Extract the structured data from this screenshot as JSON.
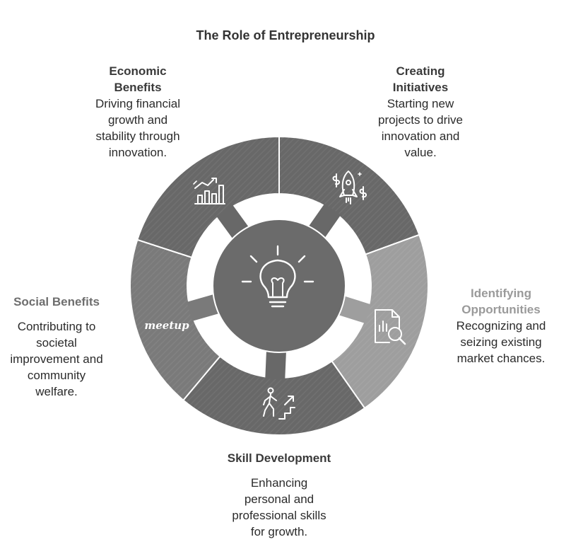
{
  "title": "The Role of Entrepreneurship",
  "colors": {
    "segment_dark": "#686868",
    "segment_mid": "#7a7a7a",
    "segment_light": "#9e9e9e",
    "center": "#6b6b6b",
    "icon_line": "#ffffff",
    "heading_dark": "#3a3a3a",
    "heading_mid": "#6e6e6e",
    "heading_light": "#9a9a9a",
    "text": "#2b2b2b"
  },
  "center": {
    "icon": "lightbulb-icon"
  },
  "sections": [
    {
      "key": "creating",
      "heading_lines": [
        "Creating",
        "Initiatives"
      ],
      "description_lines": [
        "Starting new",
        "projects to drive",
        "innovation and",
        "value."
      ],
      "icon": "rocket-icon",
      "tone": "dark"
    },
    {
      "key": "identifying",
      "heading_lines": [
        "Identifying",
        "Opportunities"
      ],
      "description_lines": [
        "Recognizing and",
        "seizing existing",
        "market chances."
      ],
      "icon": "document-search-icon",
      "tone": "light"
    },
    {
      "key": "skill",
      "heading_lines": [
        "Skill Development"
      ],
      "description_lines": [
        "Enhancing",
        "personal and",
        "professional skills",
        "for growth."
      ],
      "icon": "climbing-person-icon",
      "tone": "dark"
    },
    {
      "key": "social",
      "heading_lines": [
        "Social Benefits"
      ],
      "description_lines": [
        "Contributing to",
        "societal",
        "improvement and",
        "community",
        "welfare."
      ],
      "icon": "meetup-icon",
      "icon_text": "meetup",
      "tone": "mid"
    },
    {
      "key": "economic",
      "heading_lines": [
        "Economic",
        "Benefits"
      ],
      "description_lines": [
        "Driving financial",
        "growth and",
        "stability through",
        "innovation."
      ],
      "icon": "growth-chart-icon",
      "tone": "dark"
    }
  ]
}
